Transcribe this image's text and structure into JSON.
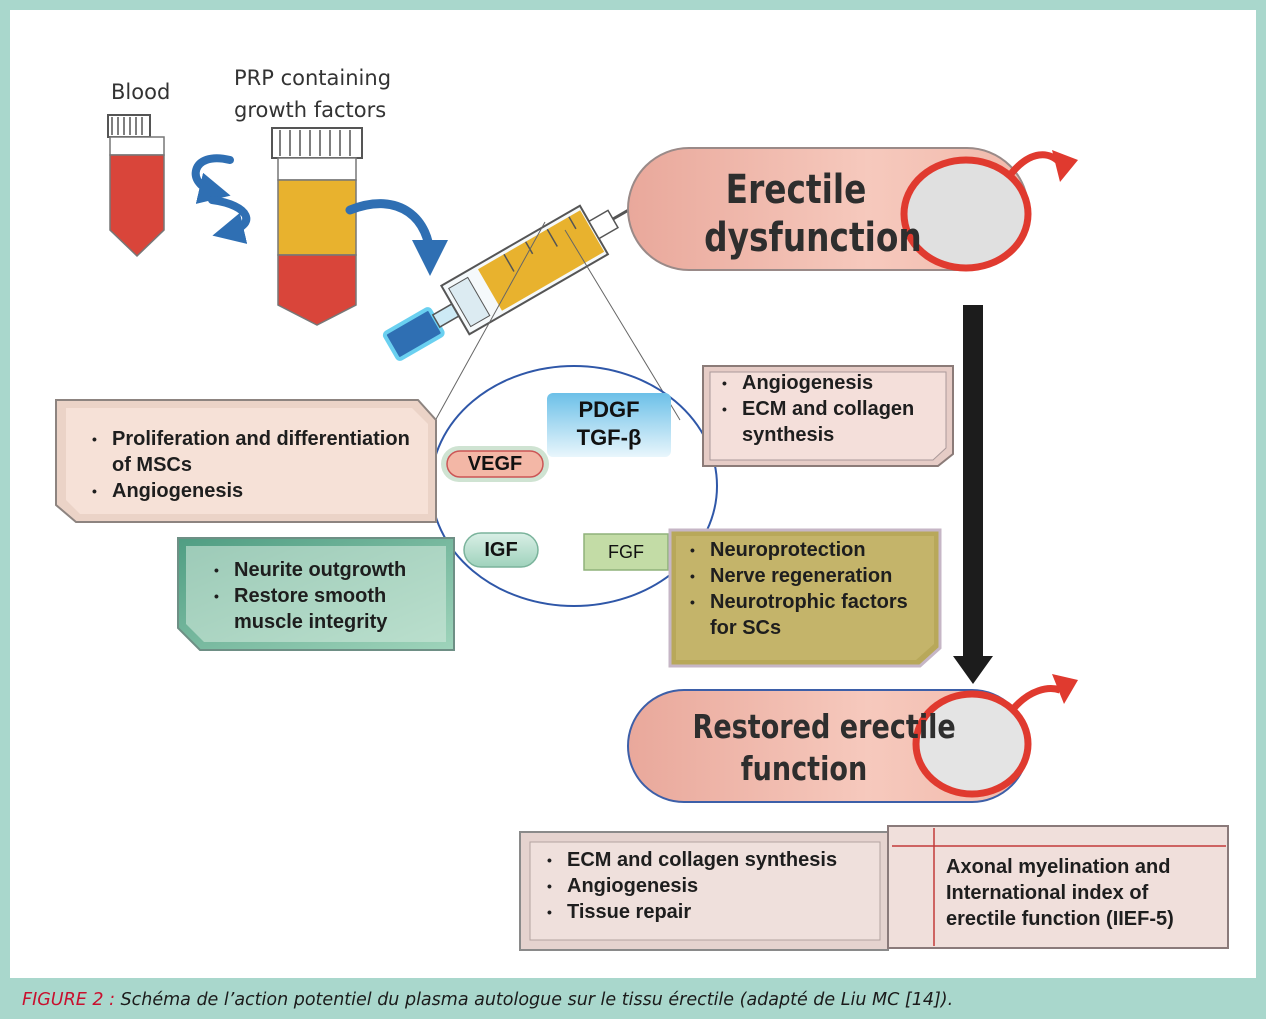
{
  "labels": {
    "blood": "Blood",
    "prp_line1": "PRP containing",
    "prp_line2": "growth factors"
  },
  "outcomes": {
    "erectile_line1": "Erectile",
    "erectile_line2": "dysfunction",
    "restored_line1": "Restored erectile",
    "restored_line2": "function"
  },
  "factors": {
    "pdgf": "PDGF",
    "tgf": "TGF-β",
    "vegf": "VEGF",
    "igf": "IGF",
    "fgf": "FGF"
  },
  "effects": {
    "pdgf_tgf": [
      "Angiogenesis",
      "ECM and collagen synthesis"
    ],
    "vegf": [
      "Proliferation and differentiation of MSCs",
      "Angiogenesis"
    ],
    "igf": [
      "Neurite outgrowth",
      "Restore smooth muscle integrity"
    ],
    "fgf": [
      "Neuroprotection",
      "Nerve regeneration",
      "Neurotrophic factors for SCs"
    ],
    "restored": [
      "ECM and collagen synthesis",
      "Angiogenesis",
      "Tissue repair"
    ],
    "restored_note": "Axonal myelination and International index of erectile function (IIEF-5)"
  },
  "caption": {
    "label": "FIGURE 2 :",
    "text": " Schéma de l’action potentiel du plasma autologue sur le tissu érectile (adapté de Liu MC [14])."
  },
  "colors": {
    "frame_border": "#a9d7cc",
    "blood_red": "#d9453a",
    "prp_yellow": "#e8b22e",
    "arrow_blue": "#2f6fb3",
    "pill_pink": "#f0b9ad",
    "male_symbol_red": "#e03a2f",
    "fgf_box": "#bfae55",
    "igf_box": "#74b49a"
  }
}
